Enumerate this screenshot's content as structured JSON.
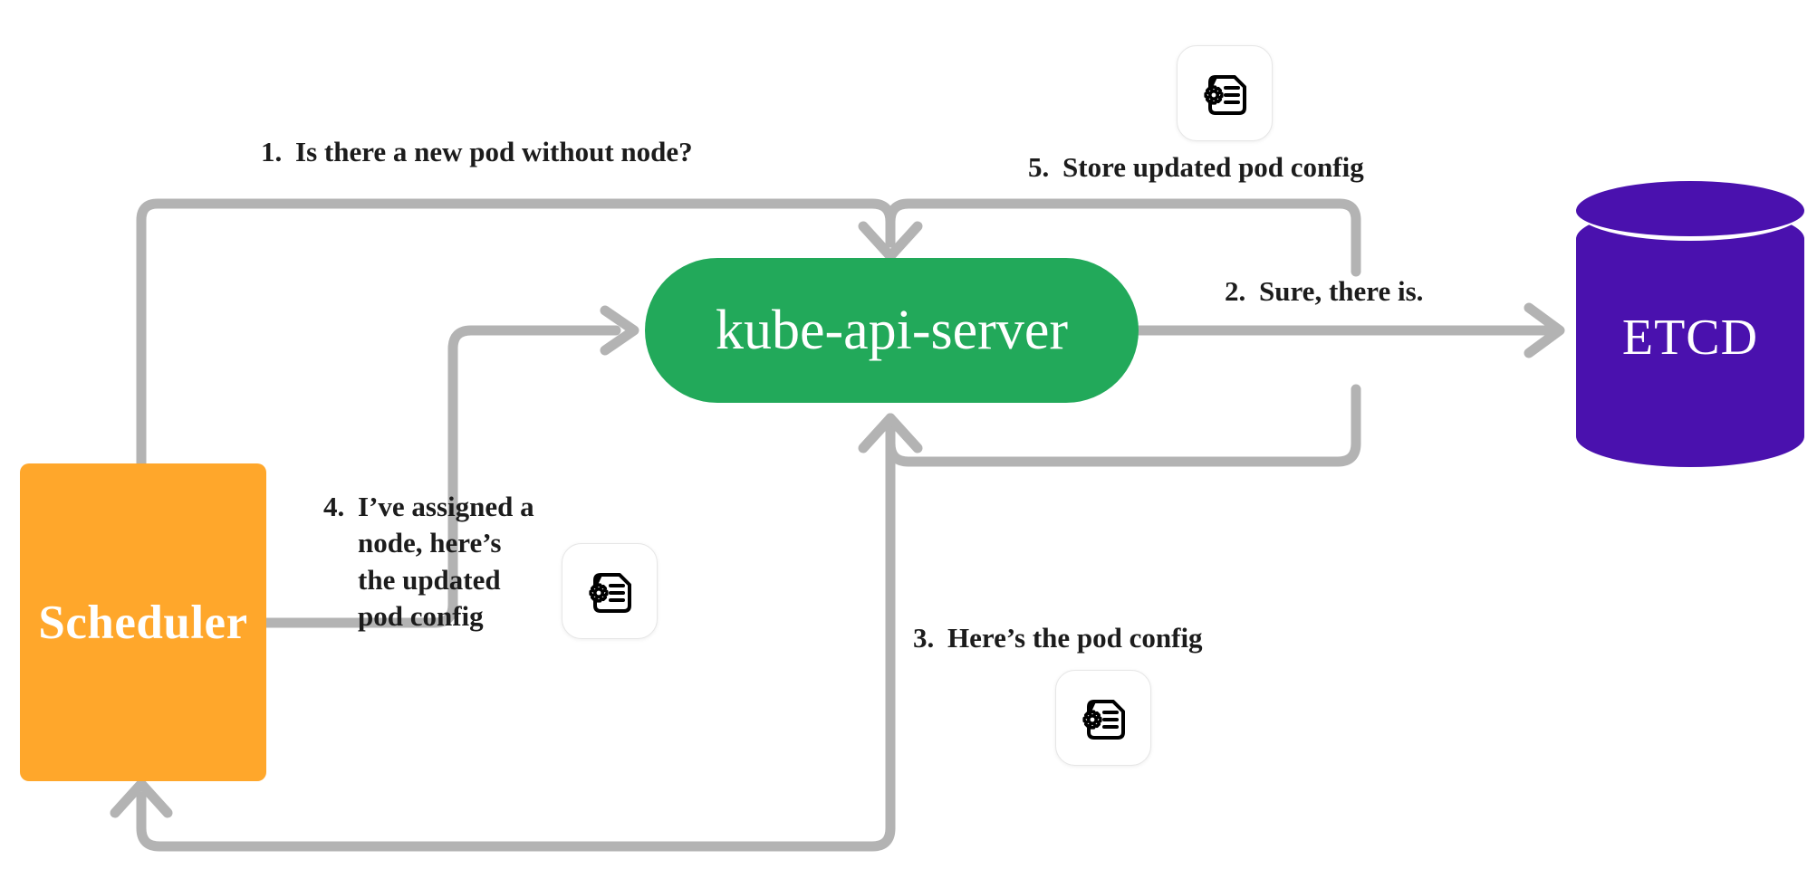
{
  "diagram": {
    "title": "Kubernetes Scheduler Pod Assignment Flow",
    "background_color": "#ffffff",
    "connector_color": "#B3B3B3"
  },
  "nodes": {
    "scheduler": {
      "label": "Scheduler",
      "color": "#FFA72B",
      "shape": "rounded-rectangle",
      "text_color": "#ffffff"
    },
    "apiserver": {
      "label": "kube-api-server",
      "color": "#22A95A",
      "shape": "stadium",
      "text_color": "#ffffff"
    },
    "etcd": {
      "label": "ETCD",
      "color": "#4A11AE",
      "shape": "cylinder",
      "text_color": "#ffffff"
    }
  },
  "steps": [
    {
      "number": "1.",
      "text": "Is there a new pod without node?",
      "from": "scheduler",
      "to": "apiserver"
    },
    {
      "number": "2.",
      "text": "Sure, there is.",
      "from": "apiserver",
      "to": "etcd"
    },
    {
      "number": "3.",
      "text": "Here’s the pod config",
      "from": "apiserver",
      "to": "scheduler"
    },
    {
      "number": "4.",
      "text": "I’ve assigned a node, here’s the updated pod config",
      "from": "scheduler",
      "to": "apiserver"
    },
    {
      "number": "5.",
      "text": "Store updated pod config",
      "from": "apiserver",
      "to": "etcd"
    }
  ],
  "icons": [
    {
      "name": "pod-config-icon",
      "for_step": "5"
    },
    {
      "name": "pod-config-icon",
      "for_step": "4"
    },
    {
      "name": "pod-config-icon",
      "for_step": "3"
    }
  ]
}
